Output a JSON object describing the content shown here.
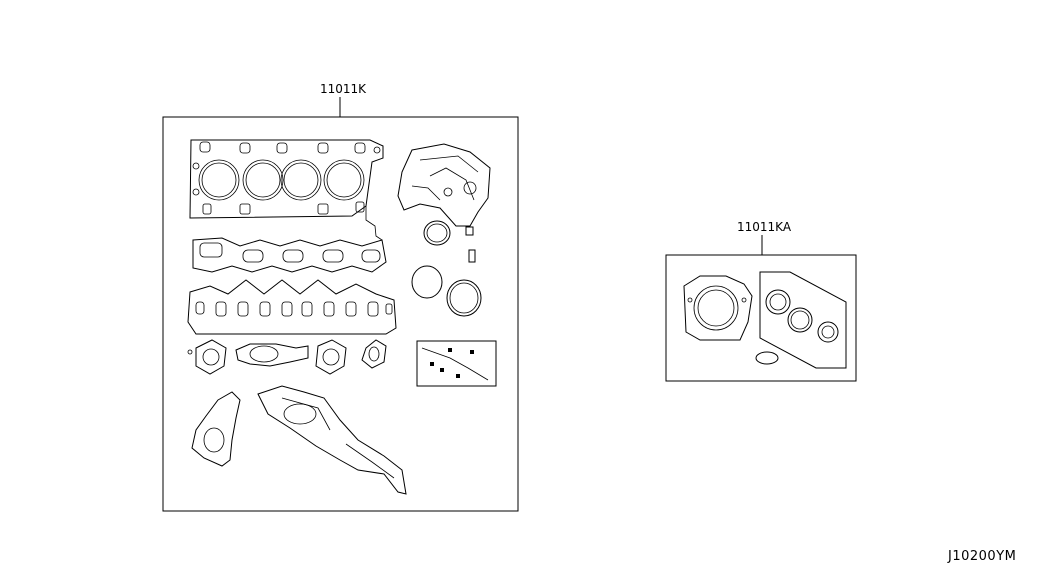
{
  "diagram": {
    "kit_main": {
      "part_number": "11011K"
    },
    "kit_secondary": {
      "part_number": "11011KA"
    },
    "reference_code": "J10200YM"
  }
}
